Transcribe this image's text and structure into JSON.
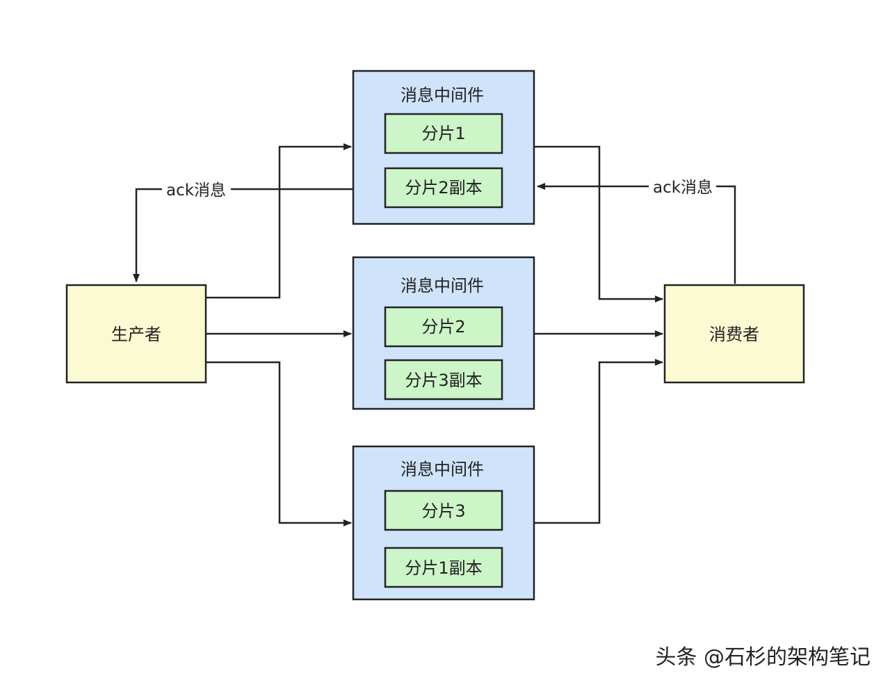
{
  "colors": {
    "broker_fill": "#cfe3fb",
    "shard_fill": "#ccf5c8",
    "actor_fill": "#fbfad2",
    "stroke": "#222222"
  },
  "producer": {
    "label": "生产者"
  },
  "consumer": {
    "label": "消费者"
  },
  "brokers": [
    {
      "title": "消息中间件",
      "shards": [
        "分片1",
        "分片2副本"
      ]
    },
    {
      "title": "消息中间件",
      "shards": [
        "分片2",
        "分片3副本"
      ]
    },
    {
      "title": "消息中间件",
      "shards": [
        "分片3",
        "分片1副本"
      ]
    }
  ],
  "edges": {
    "ack_to_producer": "ack消息",
    "ack_to_broker": "ack消息"
  },
  "watermark": "头条 @石杉的架构笔记"
}
